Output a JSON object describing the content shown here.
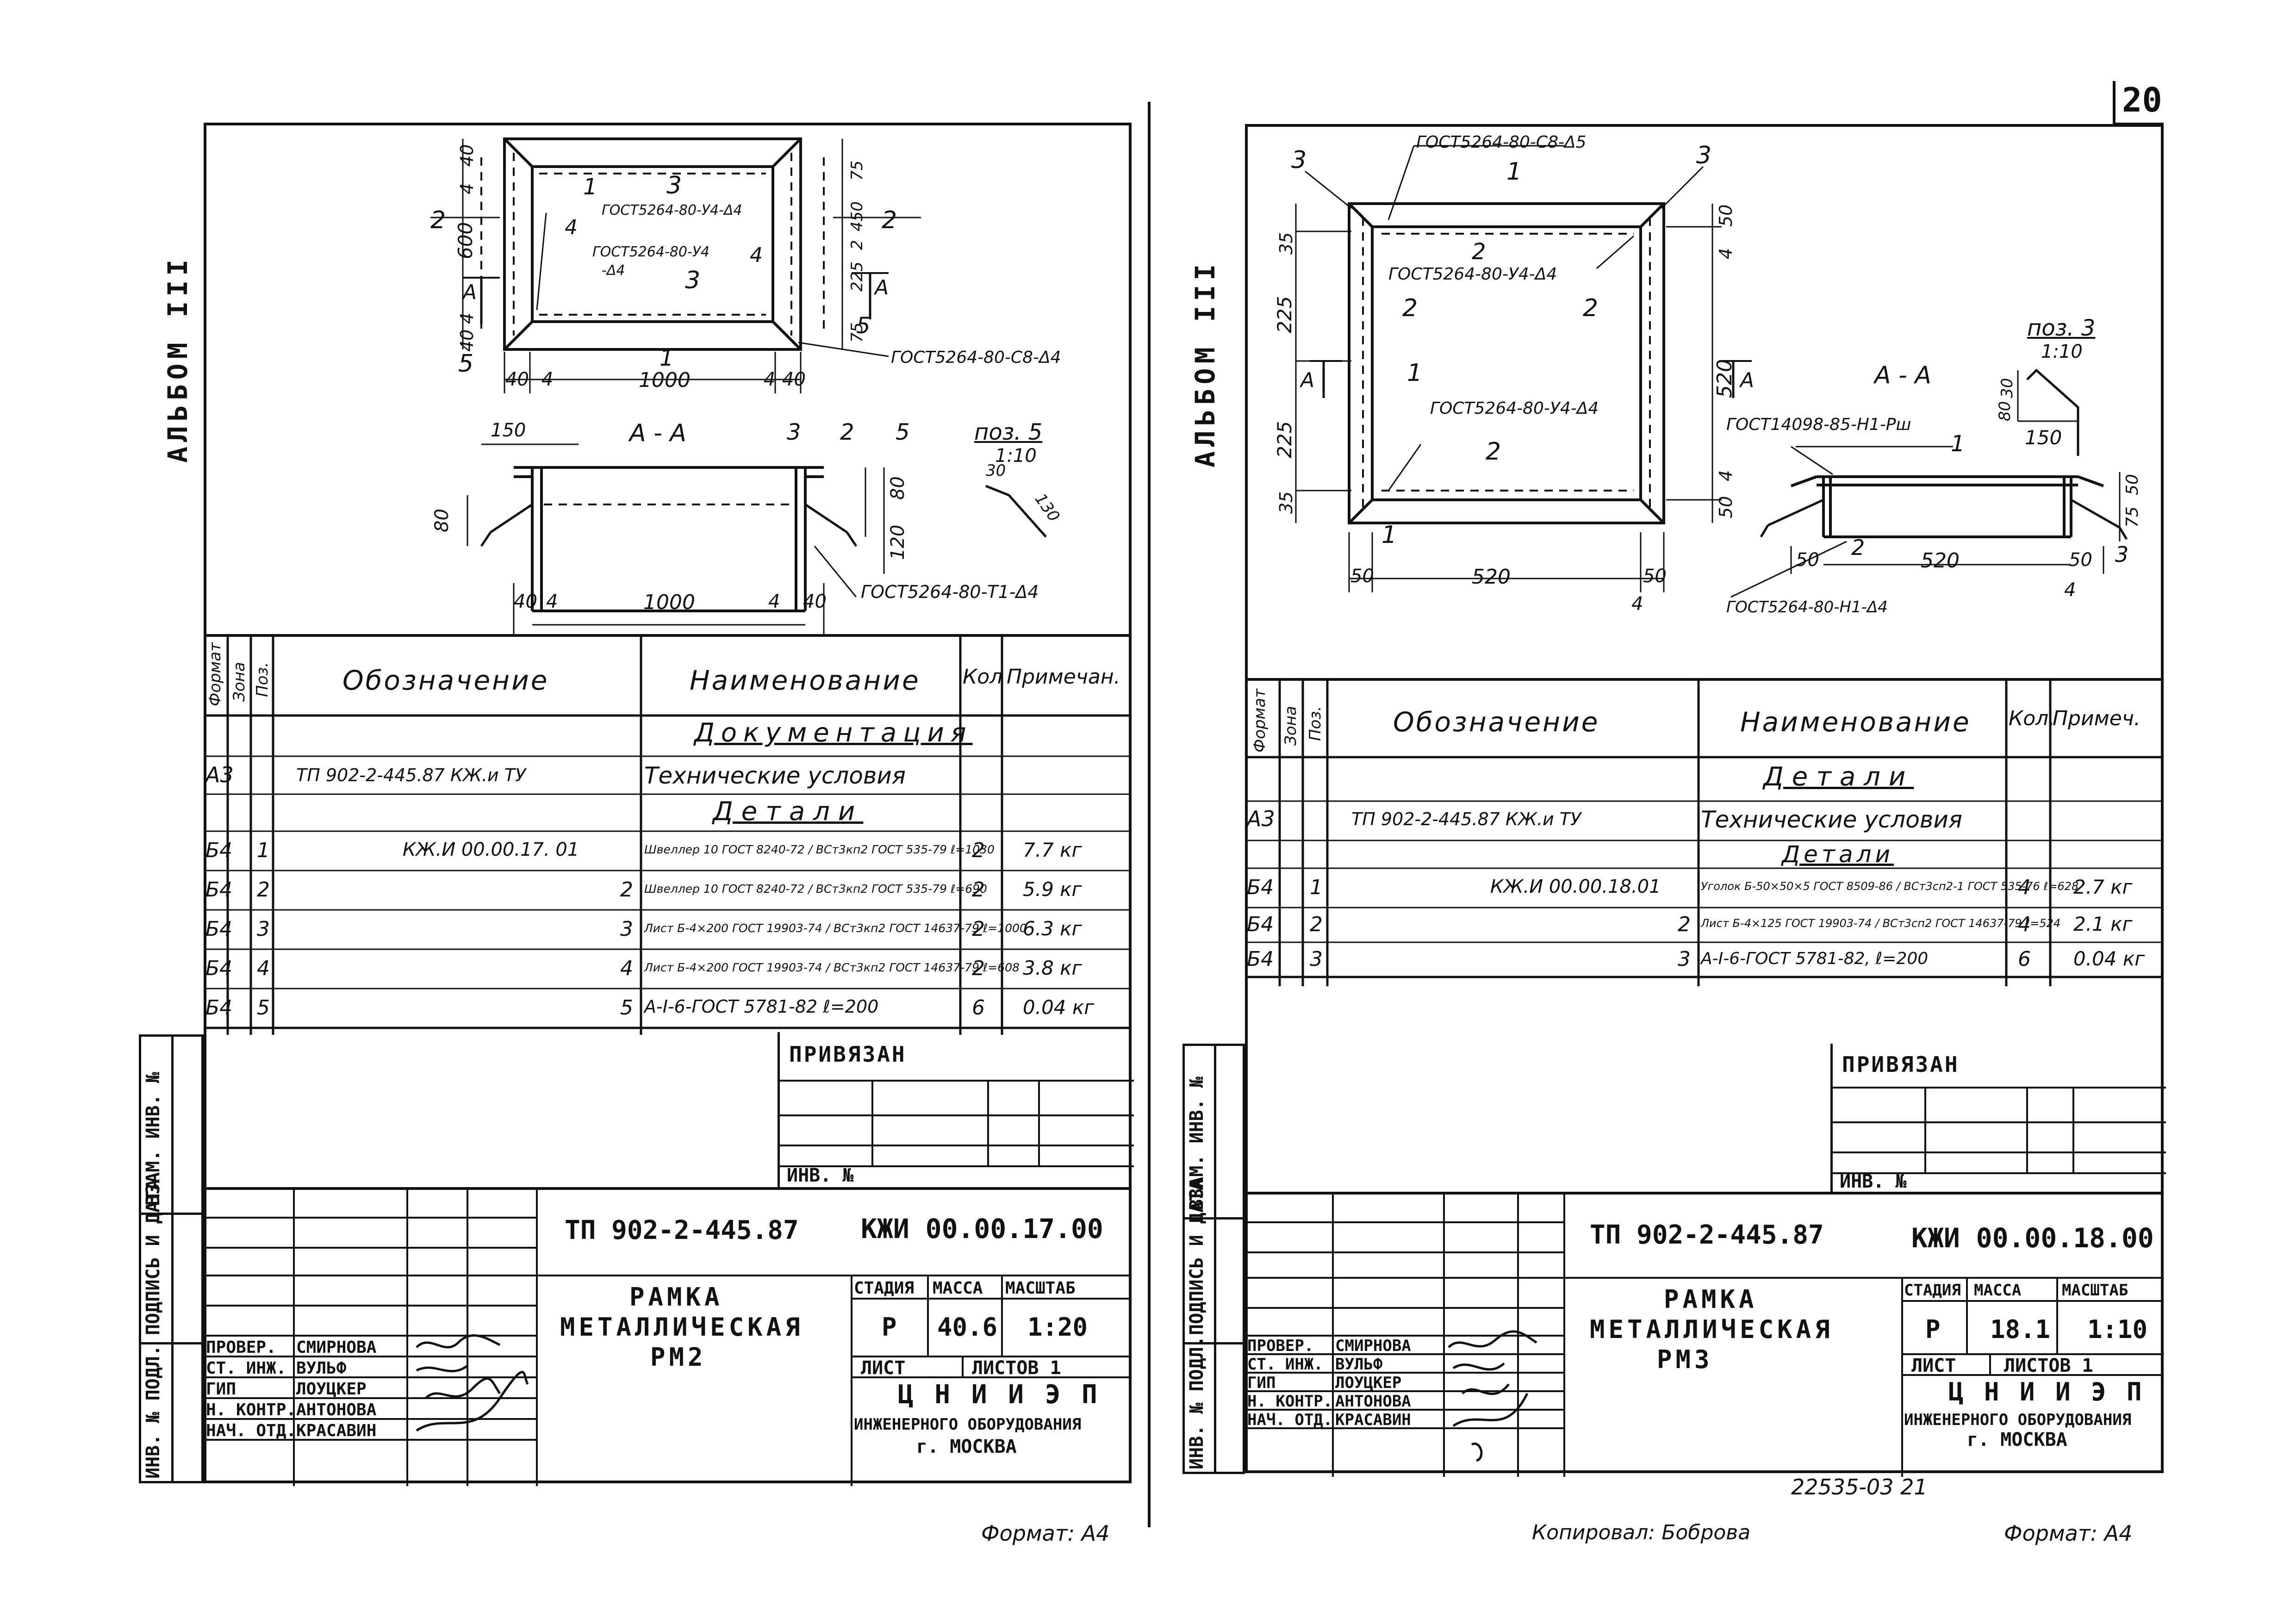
{
  "page_number": "20",
  "album_label": "АЛЬБОМ III",
  "copied_by": "Копировал: Боброва",
  "archive_number": "22535-03  21",
  "left": {
    "format_label": "Формат: А4",
    "drawing": {
      "dims_top": [
        "40",
        "4",
        "1000",
        "4",
        "40"
      ],
      "dims_left": [
        "4",
        "40",
        "600",
        "40",
        "4"
      ],
      "dims_right": [
        "75",
        "225",
        "2",
        "450",
        "75"
      ],
      "gost_inner_top": "ГОСТ5264-80-У4-Δ4",
      "gost_inner_mid": "ГОСТ5264-80-У4",
      "gost_inner_mid2": "-Δ4",
      "gost_bottom": "ГОСТ5264-80-С8-Δ4",
      "gost_section": "ГОСТ5264-80-Т1-Δ4",
      "callouts": [
        "1",
        "3",
        "2",
        "4",
        "3",
        "1",
        "2",
        "4",
        "5",
        "5"
      ],
      "section_label": "А - А",
      "section_marker": "А",
      "dims_section_top": "150",
      "dims_section_left": "80",
      "dims_section_right": [
        "80",
        "120"
      ],
      "dims_section_bottom": [
        "40",
        "4",
        "1000",
        "4",
        "40"
      ],
      "detail_title": "поз. 5",
      "detail_scale": "1:10",
      "detail_dims": [
        "30",
        "130"
      ]
    },
    "spec_headers": {
      "format": "Формат",
      "zone": "Зона",
      "pos": "Поз.",
      "designation": "Обозначение",
      "name": "Наименование",
      "qty": "Кол",
      "note": "Примечан."
    },
    "spec_rows": [
      {
        "format": "",
        "zone": "",
        "pos": "",
        "designation": "",
        "name": "Документация",
        "qty": "",
        "note": "",
        "heading": true
      },
      {
        "format": "А3",
        "zone": "",
        "pos": "",
        "designation": "ТП 902-2-445.87  КЖ.и  ТУ",
        "name": "Технические условия",
        "qty": "",
        "note": ""
      },
      {
        "format": "",
        "zone": "",
        "pos": "",
        "designation": "",
        "name": "Детали",
        "qty": "",
        "note": "",
        "heading": true
      },
      {
        "format": "Б4",
        "zone": "",
        "pos": "1",
        "designation": "КЖ.И 00.00.17.  01",
        "name": "Швеллер 10 ГОСТ 8240-72 / ВСт3кп2 ГОСТ 535-79  ℓ=1030",
        "qty": "2",
        "note": "7.7 кг"
      },
      {
        "format": "Б4",
        "zone": "",
        "pos": "2",
        "designation": "2",
        "name": "Швеллер 10 ГОСТ 8240-72 / ВСт3кп2 ГОСТ 535-79  ℓ=690",
        "qty": "2",
        "note": "5.9 кг"
      },
      {
        "format": "Б4",
        "zone": "",
        "pos": "3",
        "designation": "3",
        "name": "Лист Б-4×200 ГОСТ 19903-74 / ВСт3кп2 ГОСТ 14637-79  ℓ=1000",
        "qty": "2",
        "note": "6.3 кг"
      },
      {
        "format": "Б4",
        "zone": "",
        "pos": "4",
        "designation": "4",
        "name": "Лист Б-4×200 ГОСТ 19903-74 / ВСт3кп2 ГОСТ 14637-79  ℓ=608",
        "qty": "2",
        "note": "3.8 кг"
      },
      {
        "format": "Б4",
        "zone": "",
        "pos": "5",
        "designation": "5",
        "name": "А-I-6-ГОСТ 5781-82  ℓ=200",
        "qty": "6",
        "note": "0.04 кг"
      }
    ],
    "privyazan": "ПРИВЯЗАН",
    "inv_no": "ИНВ. №",
    "doc_code": "ТП 902-2-445.87",
    "sheet_code": "КЖИ 00.00.17.00",
    "title_lines": [
      "РАМКА",
      "МЕТАЛЛИЧЕСКАЯ",
      "РМ2"
    ],
    "stage_hdr": [
      "СТАДИЯ",
      "МАССА",
      "МАСШТАБ"
    ],
    "stage_val": [
      "Р",
      "40.6",
      "1:20"
    ],
    "sheet_lbl": "ЛИСТ",
    "sheets_lbl": "ЛИСТОВ 1",
    "org": [
      "Ц Н И И Э П",
      "ИНЖЕНЕРНОГО ОБОРУДОВАНИЯ",
      "г. МОСКВА"
    ],
    "staff": [
      {
        "role": "ПРОВЕР.",
        "name": "СМИРНОВА"
      },
      {
        "role": "СТ. ИНЖ.",
        "name": "ВУЛЬФ"
      },
      {
        "role": "ГИП",
        "name": "ЛОУЦКЕР"
      },
      {
        "role": "Н. КОНТР.",
        "name": "АНТОНОВА"
      },
      {
        "role": "НАЧ. ОТД.",
        "name": "КРАСАВИН"
      }
    ],
    "side_labels": [
      "ИНВ. № ПОДЛ.",
      "ПОДПИСЬ И ДАТА",
      "ВЗАМ. ИНВ. №"
    ]
  },
  "right": {
    "format_label": "Формат: А4",
    "drawing": {
      "gost_top": "ГОСТ5264-80-С8-Δ5",
      "gost_inner": "ГОСТ5264-80-У4-Δ4",
      "gost_inner2": "ГОСТ5264-80-У4-Δ4",
      "gost_section": "ГОСТ14098-85-Н1-Рш",
      "gost_section2": "ГОСТ5264-80-Н1-Δ4",
      "dims_left": [
        "35",
        "225",
        "225",
        "35"
      ],
      "dims_right": [
        "50",
        "4",
        "520",
        "4",
        "50"
      ],
      "dims_bottom": [
        "50",
        "520",
        "50",
        "4"
      ],
      "callouts": [
        "3",
        "1",
        "3",
        "2",
        "2",
        "2",
        "1",
        "2",
        "1"
      ],
      "section_label": "А - А",
      "section_marker": "А",
      "detail_title": "поз. 3",
      "detail_scale": "1:10",
      "detail_dims": [
        "30",
        "80",
        "150"
      ],
      "section_dims": [
        "50",
        "2",
        "520",
        "50",
        "3",
        "4",
        "50",
        "75"
      ],
      "section_callouts": [
        "1",
        "2",
        "3"
      ]
    },
    "spec_headers": {
      "format": "Формат",
      "zone": "Зона",
      "pos": "Поз.",
      "designation": "Обозначение",
      "name": "Наименование",
      "qty": "Кол.",
      "note": "Примеч."
    },
    "spec_rows": [
      {
        "format": "",
        "zone": "",
        "pos": "",
        "designation": "",
        "name": "Детали",
        "qty": "",
        "note": "",
        "heading": true
      },
      {
        "format": "А3",
        "zone": "",
        "pos": "",
        "designation": "ТП 902-2-445.87   КЖ.и ТУ",
        "name": "Технические условия",
        "qty": "",
        "note": ""
      },
      {
        "format": "",
        "zone": "",
        "pos": "",
        "designation": "",
        "name": "Детали",
        "qty": "",
        "note": "",
        "heading": true
      },
      {
        "format": "Б4",
        "zone": "",
        "pos": "1",
        "designation": "КЖ.И 00.00.18.01",
        "name": "Уголок Б-50×50×5 ГОСТ 8509-86 / ВСт3сп2-1 ГОСТ 535-76  ℓ=628",
        "qty": "4",
        "note": "2.7 кг"
      },
      {
        "format": "Б4",
        "zone": "",
        "pos": "2",
        "designation": "2",
        "name": "Лист Б-4×125 ГОСТ 19903-74 / ВСт3сп2 ГОСТ 14637-79  ℓ=524",
        "qty": "4",
        "note": "2.1 кг"
      },
      {
        "format": "Б4",
        "zone": "",
        "pos": "3",
        "designation": "3",
        "name": "А-I-6-ГОСТ 5781-82,  ℓ=200",
        "qty": "6",
        "note": "0.04 кг"
      }
    ],
    "privyazan": "ПРИВЯЗАН",
    "inv_no": "ИНВ. №",
    "doc_code": "ТП 902-2-445.87",
    "sheet_code": "КЖИ 00.00.18.00",
    "title_lines": [
      "РАМКА",
      "МЕТАЛЛИЧЕСКАЯ",
      "РМ3"
    ],
    "stage_hdr": [
      "СТАДИЯ",
      "МАССА",
      "МАСШТАБ"
    ],
    "stage_val": [
      "Р",
      "18.1",
      "1:10"
    ],
    "sheet_lbl": "ЛИСТ",
    "sheets_lbl": "ЛИСТОВ 1",
    "org": [
      "Ц Н И И Э П",
      "ИНЖЕНЕРНОГО ОБОРУДОВАНИЯ",
      "г. МОСКВА"
    ],
    "staff": [
      {
        "role": "ПРОВЕР.",
        "name": "СМИРНОВА"
      },
      {
        "role": "СТ. ИНЖ.",
        "name": "ВУЛЬФ"
      },
      {
        "role": "ГИП",
        "name": "ЛОУЦКЕР"
      },
      {
        "role": "Н. КОНТР.",
        "name": "АНТОНОВА"
      },
      {
        "role": "НАЧ. ОТД.",
        "name": "КРАСАВИН"
      }
    ],
    "side_labels": [
      "ИНВ. № ПОДЛ.",
      "ПОДПИСЬ И ДАТА",
      "ВЗАМ. ИНВ. №"
    ]
  }
}
